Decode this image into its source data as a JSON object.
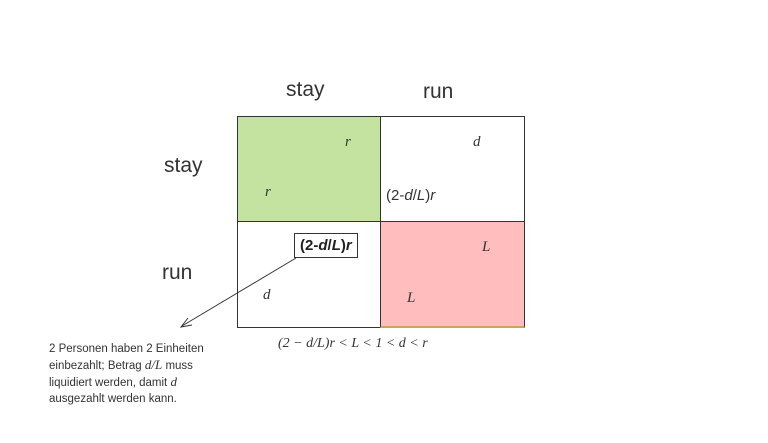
{
  "matrix": {
    "col_headers": {
      "stay": "stay",
      "run": "run"
    },
    "row_headers": {
      "stay": "stay",
      "run": "run"
    },
    "cells": {
      "stay_stay": {
        "top_right": "r",
        "bottom_left": "r",
        "fill": "#c5e3a0"
      },
      "stay_run": {
        "top_right": "d",
        "bottom_left_pre": "(2-",
        "bottom_left_d": "d",
        "bottom_left_slash": "/",
        "bottom_left_L": "L",
        "bottom_left_post": ")",
        "bottom_left_r": "r",
        "fill": "#ffffff"
      },
      "run_stay": {
        "top_boxed_pre": "(2-",
        "top_boxed_d": "d",
        "top_boxed_slash": "/",
        "top_boxed_L": "L",
        "top_boxed_post": ")",
        "top_boxed_r": "r",
        "bottom_left": "d",
        "fill": "#ffffff"
      },
      "run_run": {
        "top_right": "L",
        "bottom_left": "L",
        "fill": "#ffbdbd"
      }
    }
  },
  "condition": "(2 − d/L)r < L < 1 < d < r",
  "note": {
    "line1": "2 Personen haben 2 Einheiten",
    "line2_pre": "einbezahlt; Betrag ",
    "line2_math": "d/L",
    "line2_post": " muss",
    "line3_pre": "liquidiert werden, damit ",
    "line3_math": "d",
    "line4": "ausgezahlt werden kann."
  },
  "colors": {
    "green": "#c5e3a0",
    "red": "#ffbdbd",
    "border": "#333333"
  }
}
